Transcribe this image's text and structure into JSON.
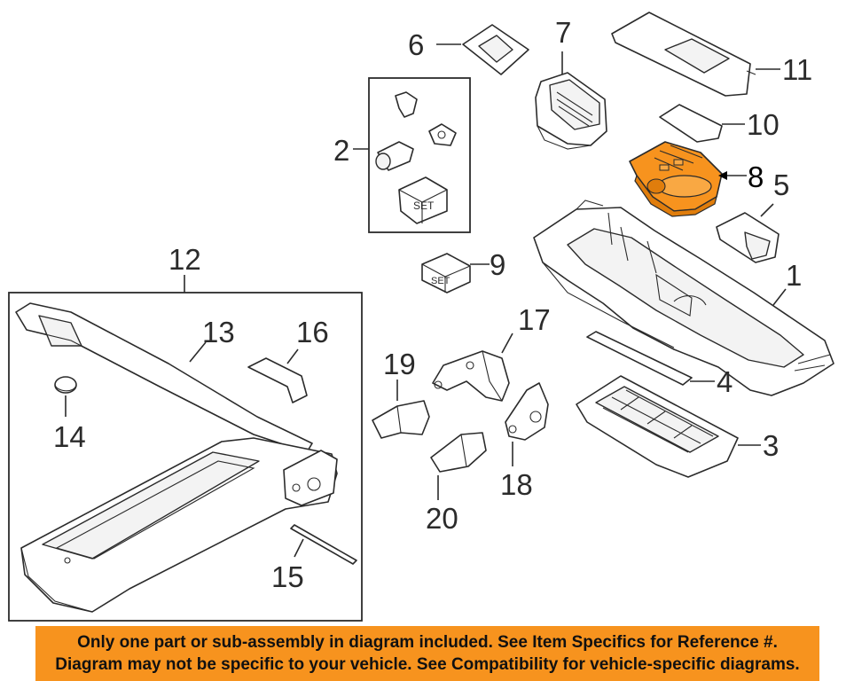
{
  "callouts": {
    "c1": "1",
    "c2": "2",
    "c3": "3",
    "c4": "4",
    "c5": "5",
    "c6": "6",
    "c7": "7",
    "c8": "8",
    "c9": "9",
    "c10": "10",
    "c11": "11",
    "c12": "12",
    "c13": "13",
    "c14": "14",
    "c15": "15",
    "c16": "16",
    "c17": "17",
    "c18": "18",
    "c19": "19",
    "c20": "20"
  },
  "labels": {
    "set_a": "SET",
    "set_b": "SET"
  },
  "highlight": {
    "part": "8",
    "color": "#f7931e"
  },
  "banner": {
    "line1": "Only one part or sub-assembly in diagram included. See Item Specifics for Reference #.",
    "line2": "Diagram may not be specific to your vehicle. See Compatibility for vehicle-specific diagrams.",
    "color": "#f7931e"
  }
}
